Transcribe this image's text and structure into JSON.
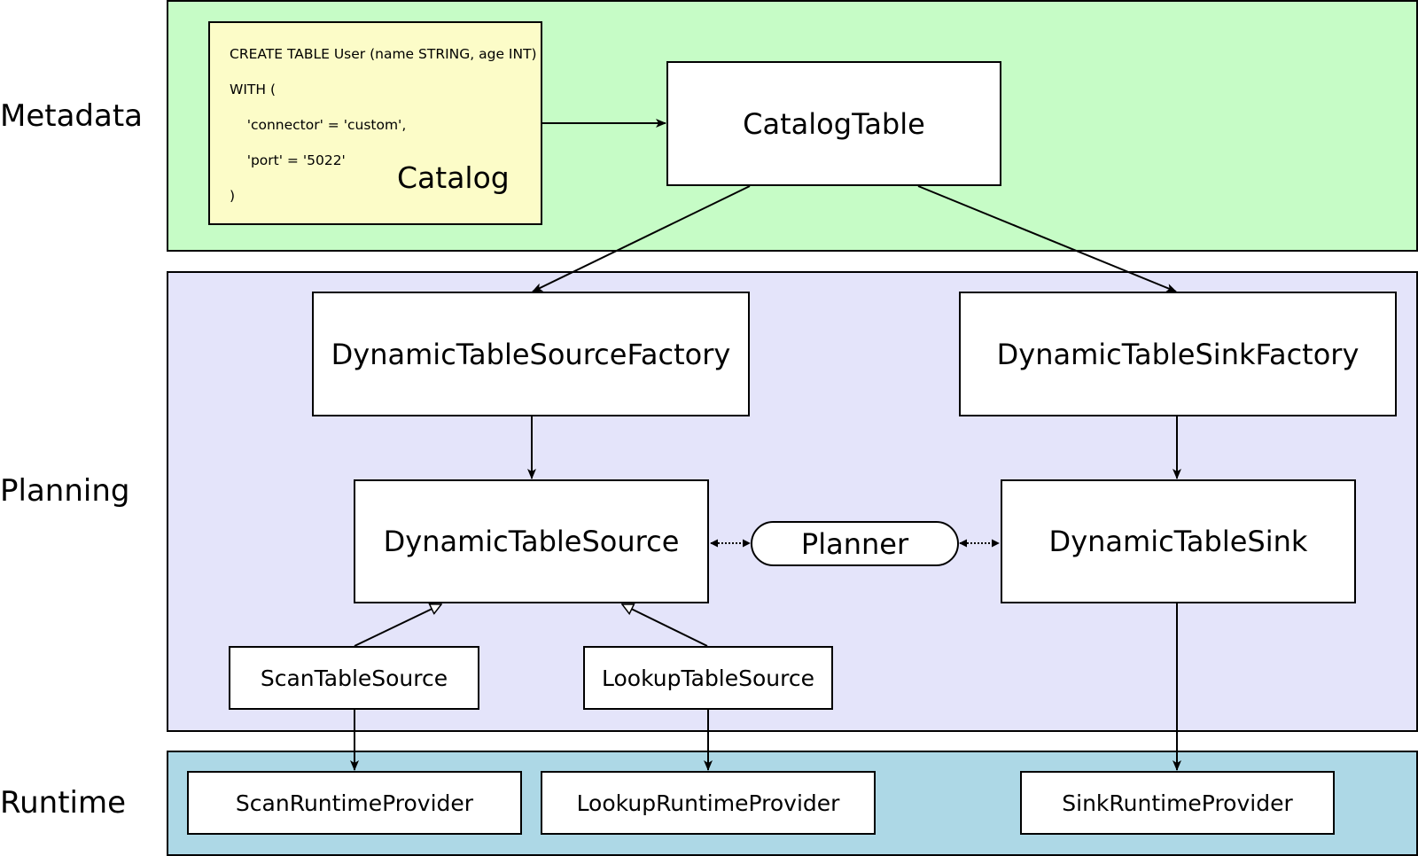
{
  "layers": {
    "metadata": "Metadata",
    "planning": "Planning",
    "runtime": "Runtime"
  },
  "colors": {
    "metadata_bg": "#c6fcc6",
    "planning_bg": "#e4e4fa",
    "runtime_bg": "#add8e6",
    "catalog_bg": "#fcfcc8",
    "stroke": "#000000",
    "node_bg": "#ffffff"
  },
  "catalog": {
    "title": "Catalog",
    "sql_lines": [
      "CREATE TABLE User (name STRING, age INT)",
      "WITH (",
      "    'connector' = 'custom',",
      "    'port' = '5022'",
      ")"
    ]
  },
  "nodes": {
    "catalog_table": "CatalogTable",
    "source_factory": "DynamicTableSourceFactory",
    "sink_factory": "DynamicTableSinkFactory",
    "table_source": "DynamicTableSource",
    "planner": "Planner",
    "table_sink": "DynamicTableSink",
    "scan_source": "ScanTableSource",
    "lookup_source": "LookupTableSource",
    "scan_provider": "ScanRuntimeProvider",
    "lookup_provider": "LookupRuntimeProvider",
    "sink_provider": "SinkRuntimeProvider"
  }
}
